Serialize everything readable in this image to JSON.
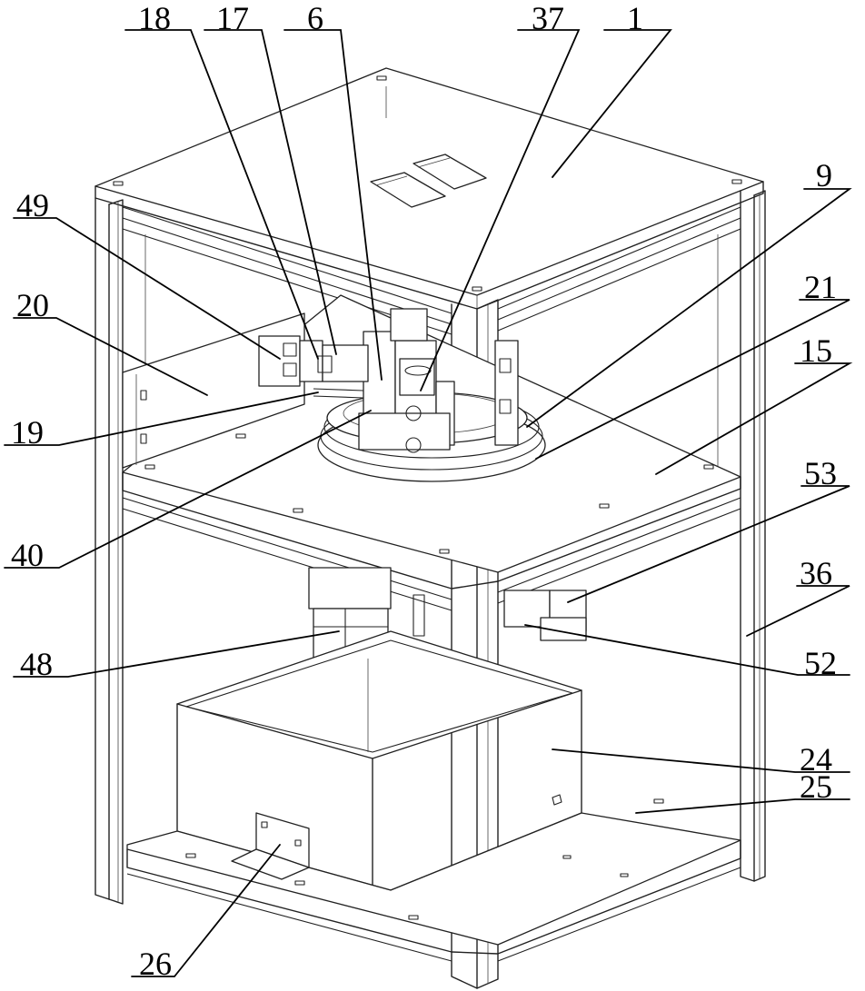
{
  "labels": {
    "n18": "18",
    "n17": "17",
    "n6": "6",
    "n37": "37",
    "n1": "1",
    "n9": "9",
    "n49": "49",
    "n21": "21",
    "n20": "20",
    "n15": "15",
    "n19": "19",
    "n53": "53",
    "n40": "40",
    "n36": "36",
    "n48": "48",
    "n52": "52",
    "n24": "24",
    "n25": "25",
    "n26": "26"
  }
}
